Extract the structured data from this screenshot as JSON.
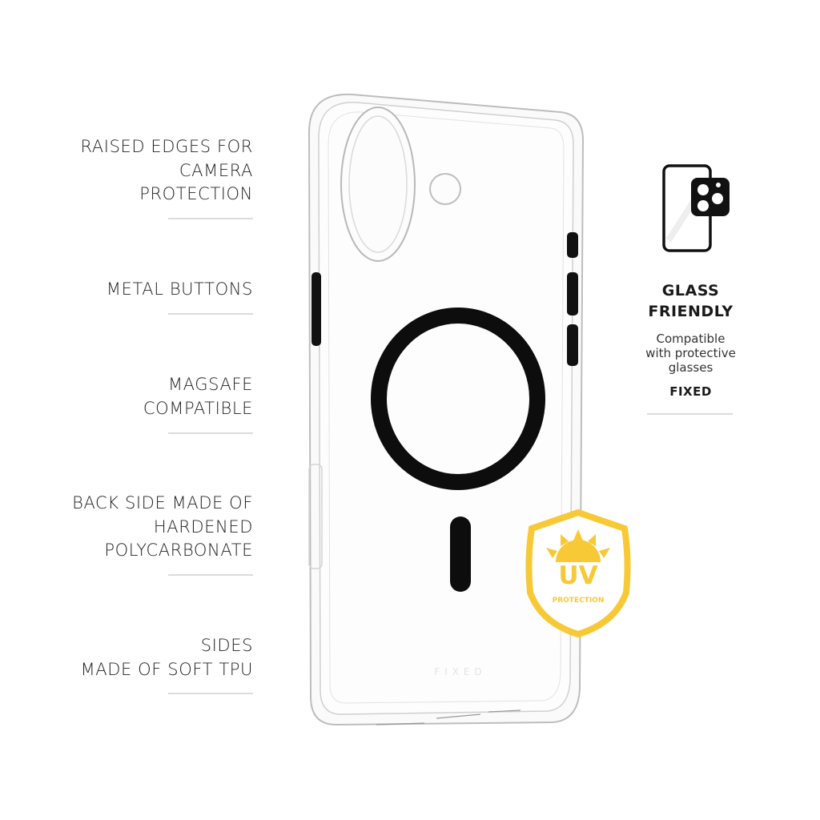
{
  "features": [
    {
      "lines": [
        "RAISED EDGES FOR",
        "CAMERA",
        "PROTECTION"
      ]
    },
    {
      "lines": [
        "METAL BUTTONS"
      ]
    },
    {
      "lines": [
        "MAGSAFE",
        "COMPATIBLE"
      ]
    },
    {
      "lines": [
        "BACK SIDE MADE OF",
        "HARDENED",
        "POLYCARBONATE"
      ]
    },
    {
      "lines": [
        "SIDES",
        "MADE OF SOFT TPU"
      ]
    }
  ],
  "glass": {
    "title_lines": [
      "GLASS",
      "FRIENDLY"
    ],
    "desc_lines": [
      "Compatible",
      "with protective",
      "glasses"
    ],
    "brand": "FIXED",
    "icon": "phone-with-glass-icon"
  },
  "uv_badge": {
    "title": "UV",
    "subtitle": "PROTECTION",
    "color": "#f7c936",
    "icon": "sun-icon"
  },
  "case_logo": "FIXED"
}
